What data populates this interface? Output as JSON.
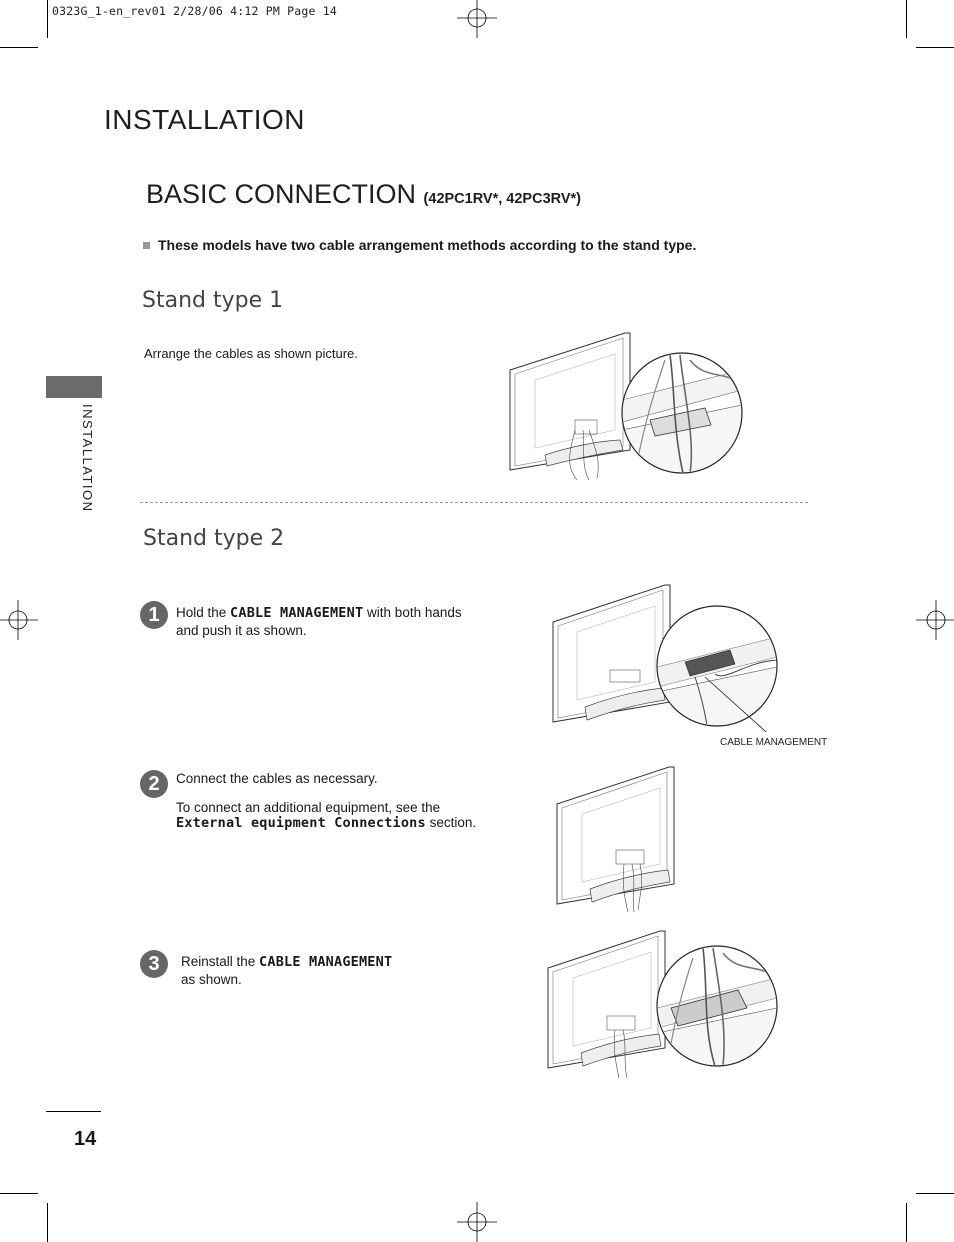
{
  "slug": "0323G_1-en_rev01  2/28/06  4:12 PM  Page 14",
  "page_title": "INSTALLATION",
  "section_title": "BASIC CONNECTION",
  "section_models": "(42PC1RV*, 42PC3RV*)",
  "note": "These models have two cable arrangement methods according to the stand type.",
  "side_label": "INSTALLATION",
  "stand1": {
    "heading": "Stand type 1",
    "text": "Arrange the cables as shown picture."
  },
  "stand2": {
    "heading": "Stand type 2",
    "steps": [
      {
        "num": "1",
        "text_a": "Hold the ",
        "strong": "CABLE MANAGEMENT",
        "text_b": " with both hands and push it as shown."
      },
      {
        "num": "2",
        "line1": "Connect the cables as necessary.",
        "line2": "To connect an additional equipment, see the",
        "strong": "External equipment Connections",
        "line3": " section."
      },
      {
        "num": "3",
        "text_a": "Reinstall the ",
        "strong": "CABLE MANAGEMENT",
        "text_b": "as shown."
      }
    ],
    "callout": "CABLE MANAGEMENT"
  },
  "page_number": "14"
}
